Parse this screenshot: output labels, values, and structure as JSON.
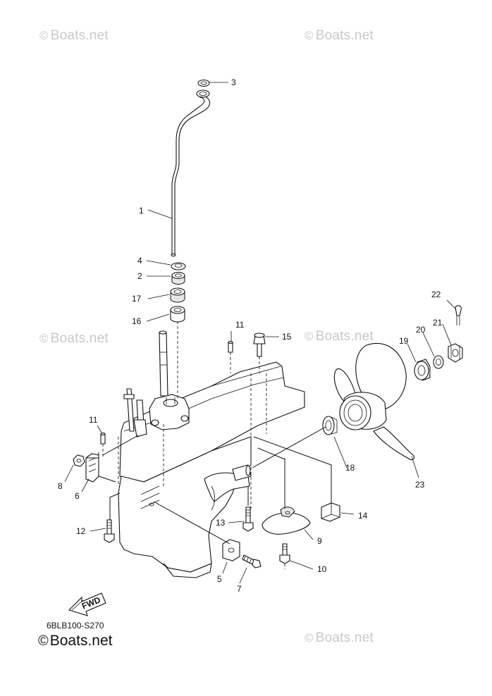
{
  "watermarks": [
    {
      "symbol": "©",
      "text": "Boats.net"
    },
    {
      "symbol": "©",
      "text": "Boats.net"
    },
    {
      "symbol": "©",
      "text": "Boats.net"
    },
    {
      "symbol": "©",
      "text": "Boats.net"
    },
    {
      "symbol": "©",
      "text": "Boats.net"
    }
  ],
  "callouts": {
    "p1": "1",
    "p2": "2",
    "p3": "3",
    "p4": "4",
    "p5": "5",
    "p6": "6",
    "p7": "7",
    "p8": "8",
    "p9": "9",
    "p10": "10",
    "p11a": "11",
    "p11b": "11",
    "p12": "12",
    "p13": "13",
    "p14": "14",
    "p15": "15",
    "p16": "16",
    "p17": "17",
    "p18": "18",
    "p19": "19",
    "p20": "20",
    "p21": "21",
    "p22": "22",
    "p23": "23"
  },
  "fwd_label": "FWD",
  "diagram_code": "6BLB100-S270",
  "brand": {
    "symbol": "©",
    "text": "Boats.net"
  }
}
